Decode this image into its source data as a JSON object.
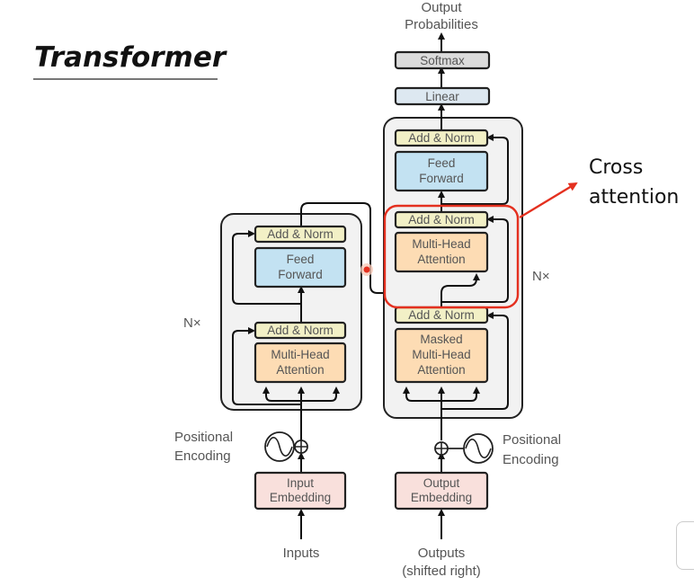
{
  "title": "Transformer",
  "annotation": {
    "line1": "Cross",
    "line2": "attention",
    "color": "#e4301f"
  },
  "decoder": {
    "output_label_1": "Output",
    "output_label_2": "Probabilities",
    "softmax": "Softmax",
    "linear": "Linear",
    "add_norm_top": "Add & Norm",
    "feed_forward_1": "Feed",
    "feed_forward_2": "Forward",
    "add_norm_mid": "Add & Norm",
    "mha_1": "Multi-Head",
    "mha_2": "Attention",
    "add_norm_bottom": "Add & Norm",
    "masked_1": "Masked",
    "masked_2": "Multi-Head",
    "masked_3": "Attention",
    "nx": "N×",
    "pos_enc_1": "Positional",
    "pos_enc_2": "Encoding",
    "embedding_1": "Output",
    "embedding_2": "Embedding",
    "input_1": "Outputs",
    "input_2": "(shifted right)"
  },
  "encoder": {
    "add_norm_top": "Add & Norm",
    "feed_forward_1": "Feed",
    "feed_forward_2": "Forward",
    "add_norm_bottom": "Add & Norm",
    "mha_1": "Multi-Head",
    "mha_2": "Attention",
    "nx": "N×",
    "pos_enc_1": "Positional",
    "pos_enc_2": "Encoding",
    "embedding_1": "Input",
    "embedding_2": "Embedding",
    "input_1": "Inputs"
  },
  "colors": {
    "add_norm": "#f2f0c6",
    "feed_forward": "#c3e2f2",
    "attention": "#fddcb4",
    "embedding": "#f9e0dc",
    "linear": "#dde8f1",
    "softmax": "#dcdcdc"
  }
}
